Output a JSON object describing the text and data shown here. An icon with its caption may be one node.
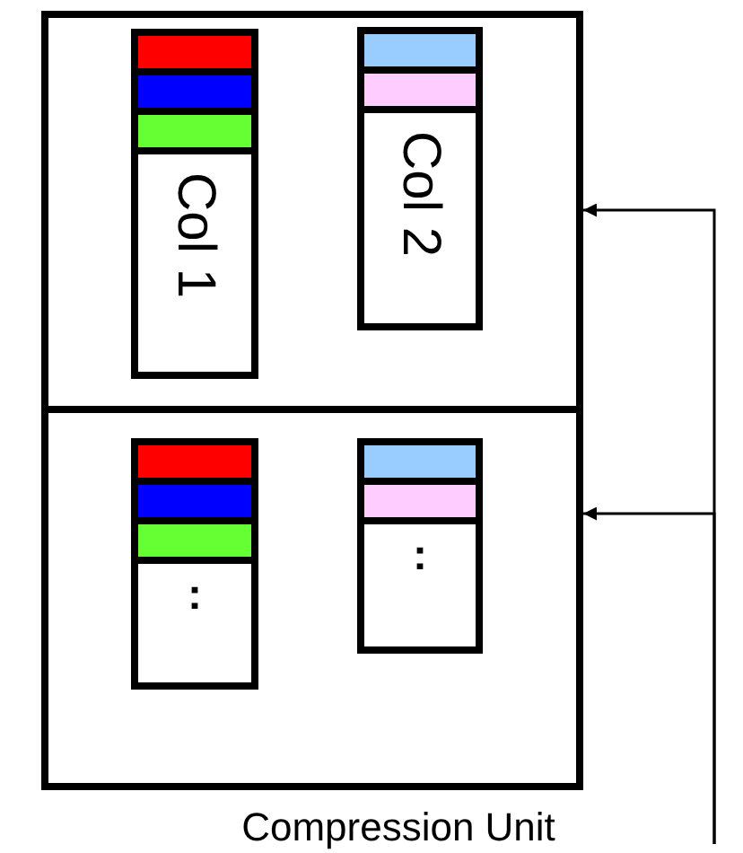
{
  "diagram": {
    "nodes": [
      {
        "text": [
          "Compression Unit"
        ]
      },
      {
        "text": [],
        "shape": "box",
        "in": 0
      },
      {
        "text": [
          "Col 1"
        ],
        "in": 1
      },
      {
        "text": [
          "Col 2"
        ],
        "in": 1
      },
      {
        "text": [],
        "shape": "box",
        "in": 0
      },
      {
        "text": [
          ":"
        ],
        "in": 4
      },
      {
        "text": [
          ":"
        ],
        "in": 4
      }
    ],
    "edges": [
      {
        "from": null,
        "to": 1,
        "arrow": "to"
      },
      {
        "from": null,
        "to": 4,
        "arrow": "to"
      }
    ]
  }
}
